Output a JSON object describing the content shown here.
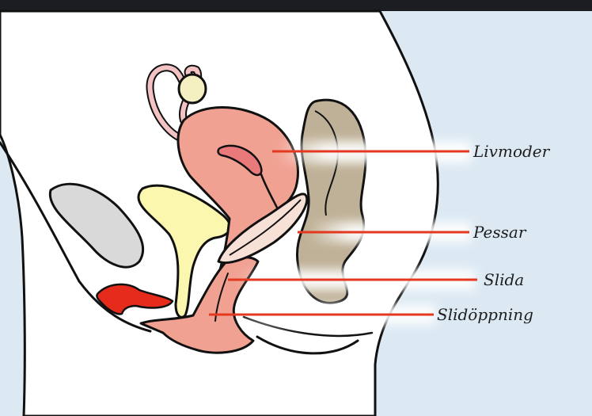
{
  "labels": {
    "uterus": "Livmoder",
    "diaphragm": "Pessar",
    "vagina": "Slida",
    "vaginal_opening": "Slidöppning"
  },
  "colors": {
    "frame": "#1b1d22",
    "background": "#dce9f3",
    "body": "#ffffff",
    "uterus": "#f0a192",
    "uterus_cavity": "#e97a7c",
    "ovary": "#f5f0c2",
    "fallopian_tube": "#f3c2c3",
    "bladder": "#fbf7ae",
    "rectum": "#bfb197",
    "bone": "#dad9da",
    "clitoris": "#e62b1c",
    "diaphragm": "#f7e0d6",
    "callout_line": "#e53820"
  }
}
